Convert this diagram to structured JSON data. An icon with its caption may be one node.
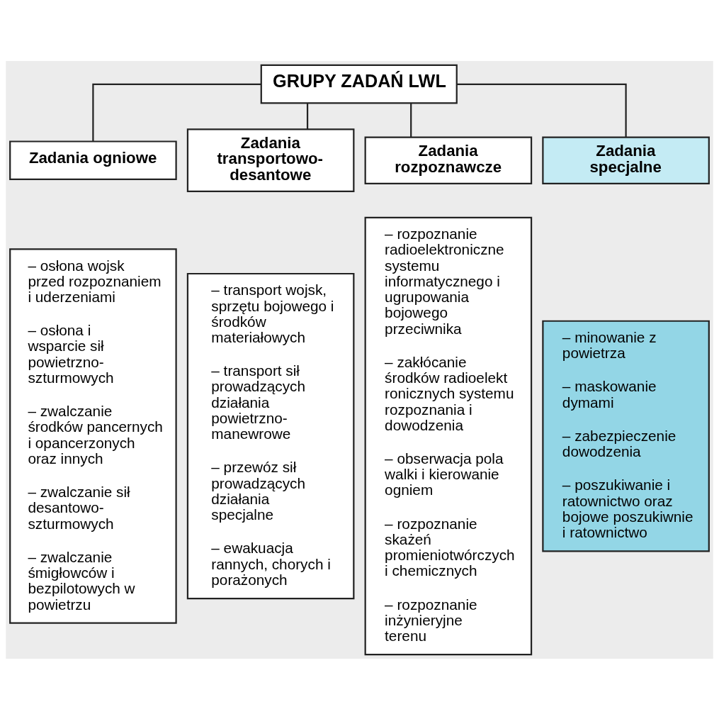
{
  "diagram": {
    "nodes": [
      {
        "text": [
          "GRUPY ZADAŃ LWL"
        ]
      },
      {
        "text": [
          "Zadania ogniowe"
        ]
      },
      {
        "text": [
          "Zadania transportowo-desantowe"
        ]
      },
      {
        "text": [
          "Zadania rozpoznawcze"
        ]
      },
      {
        "text": [
          "Zadania specjalne"
        ]
      },
      {
        "text": [
          "– osłona wojsk przed rozpoznaniem i uderzeniami",
          "– osłona i wsparcie sił powietrzno-szturmowych",
          "– zwalczanie środków pancernych i opancerzonych oraz innych",
          "– zwalczanie sił desantowo-szturmowych",
          "– zwalczanie śmigłowców i bezpilotowych w powietrzu"
        ]
      },
      {
        "text": [
          "– transport wojsk, sprzętu bojowego i środków materiałowych",
          "– transport sił prowadzących działania powietrzno-manewrowe",
          "– przewóz sił prowadzących działania specjalne",
          "– ewakuacja rannych, chorych i porażonych"
        ]
      },
      {
        "text": [
          "– rozpoznanie radioelektroniczne systemu informatycznego i ugrupowania bojowego przeciwnika",
          "– zakłócanie środków radioelektronicznych systemu rozpoznania i dowodzenia",
          "– obserwacja pola walki i kierowanie ogniem",
          "– rozpoznanie skażeń promieniotwórczych i chemicznych",
          "– rozpoznanie inżynieryjne terenu"
        ]
      },
      {
        "text": [
          "– minowanie z powietrza",
          "– maskowanie dymami",
          "– zabezpieczenie dowodzenia",
          "– poszukiwanie i ratownictwo oraz bojowe poszukiwnie i ratownictwo"
        ]
      }
    ],
    "edges": [
      {
        "from": 0,
        "to": 1,
        "arrow": "none"
      },
      {
        "from": 0,
        "to": 2,
        "arrow": "none"
      },
      {
        "from": 0,
        "to": 3,
        "arrow": "none"
      },
      {
        "from": 0,
        "to": 4,
        "arrow": "none"
      }
    ]
  }
}
